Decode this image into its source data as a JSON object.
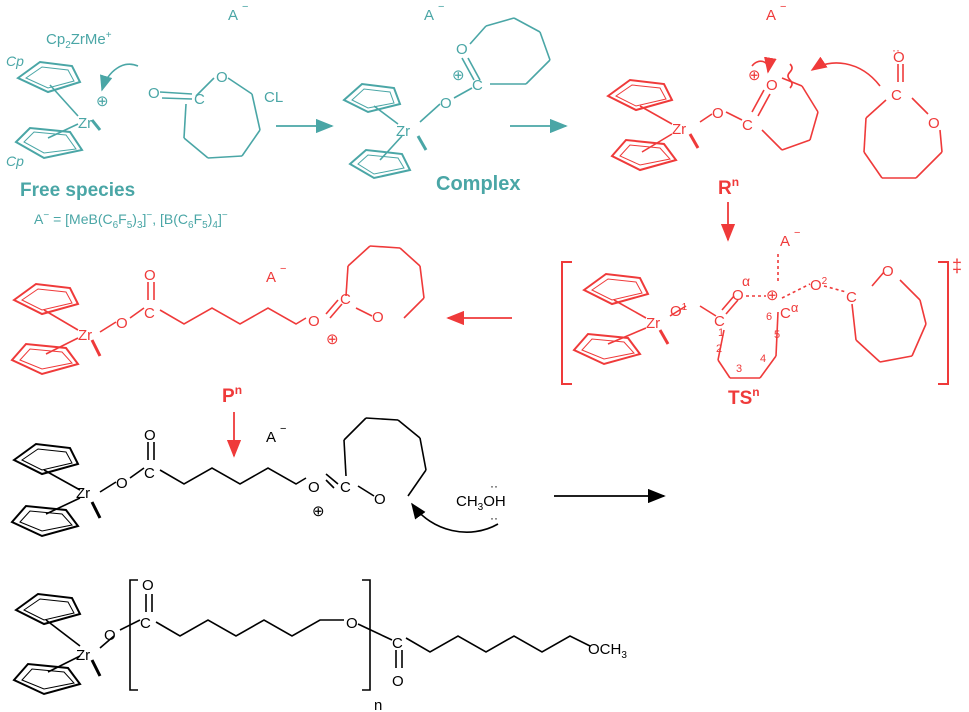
{
  "colors": {
    "teal": "#4aa6a6",
    "red": "#ef3a3a",
    "black": "#000000"
  },
  "labels": {
    "anion": "A",
    "anion_charge": "−",
    "cation_cp2": "Cp",
    "cation_sub2": "2",
    "cation_zrme": "ZrMe",
    "cation_plus": "+",
    "cp": "Cp",
    "zr": "Zr",
    "o": "O",
    "c": "C",
    "cl": "CL",
    "plus_circle": "⊕",
    "free_species": "Free species",
    "complex": "Complex",
    "anion_def_prefix": "A",
    "anion_def_eq": " = [MeB(C",
    "six": "6",
    "f": "F",
    "five": "5",
    "close3": ")",
    "three": "3",
    "bracket_close": "]",
    "comma_b": ", [B(C",
    "four": "4",
    "rn": "R",
    "pn": "P",
    "tsn": "TS",
    "n_sup": "n",
    "alpha": "α",
    "c_alpha": "C",
    "dagger": "‡",
    "num1": "1",
    "num2": "2",
    "num3": "3",
    "num4": "4",
    "num5": "5",
    "num6": "6",
    "o1": "O",
    "o2": "O",
    "sup1": "1",
    "sup2": "2",
    "methanol": "CH",
    "methanol_3": "3",
    "methanol_oh": "OH",
    "ome": "OCH",
    "ome_3": "3",
    "n_sub": "n",
    "dots": "··"
  }
}
